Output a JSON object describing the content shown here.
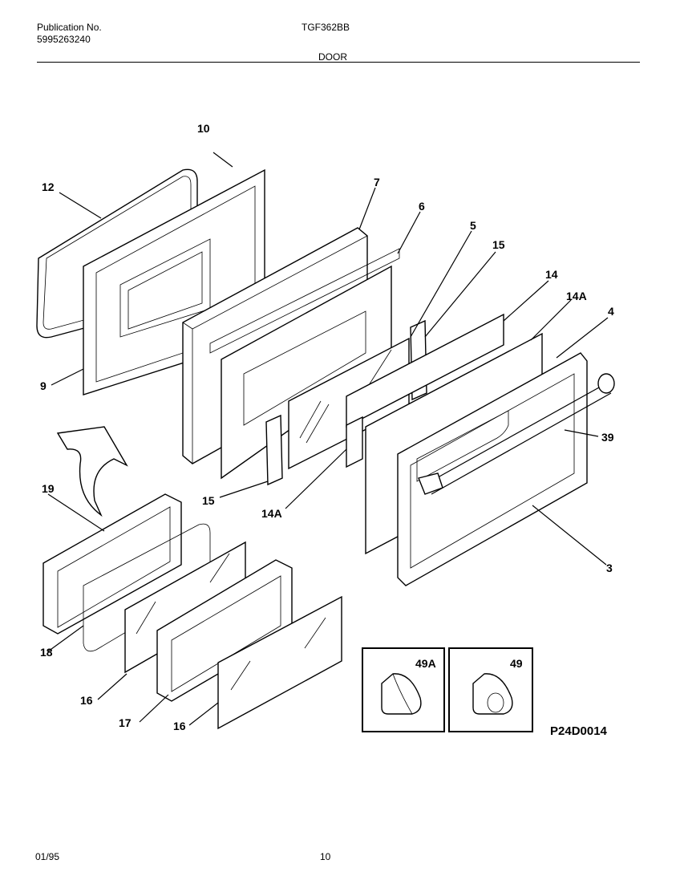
{
  "header": {
    "pub_label": "Publication No.",
    "pub_number": "5995263240",
    "model": "TGF362BB",
    "section": "DOOR"
  },
  "footer": {
    "date": "01/95",
    "page": "10"
  },
  "diagram": {
    "code": "P24D0014",
    "callouts": {
      "c10": "10",
      "c12": "12",
      "c7": "7",
      "c6": "6",
      "c5": "5",
      "c15a": "15",
      "c14": "14",
      "c14a_top": "14A",
      "c4": "4",
      "c39": "39",
      "c9": "9",
      "c15b": "15",
      "c14a_bot": "14A",
      "c19": "19",
      "c3": "3",
      "c18": "18",
      "c16a": "16",
      "c17": "17",
      "c16b": "16"
    },
    "inset_left": "49A",
    "inset_right": "49"
  }
}
